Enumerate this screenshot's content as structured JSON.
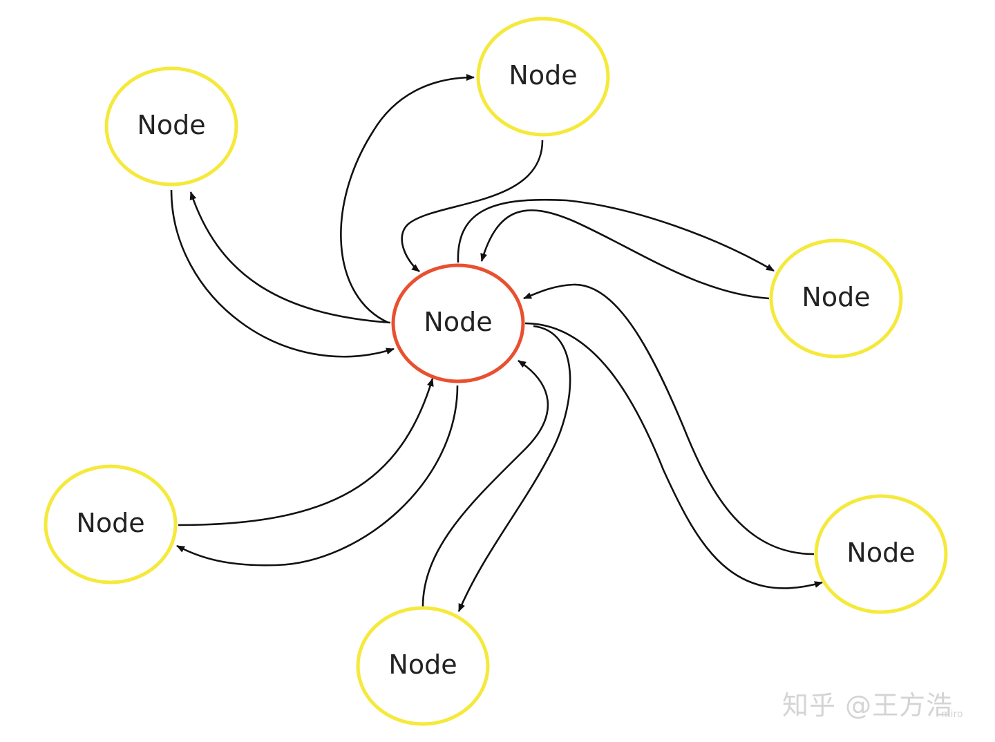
{
  "colors": {
    "center_stroke": "#e8502f",
    "outer_stroke": "#f5e93b",
    "edge": "#111111",
    "watermark": "#d4d4d4"
  },
  "nodes": [
    {
      "id": "center",
      "label": "Node",
      "role": "center"
    },
    {
      "id": "top-left",
      "label": "Node",
      "role": "outer"
    },
    {
      "id": "top",
      "label": "Node",
      "role": "outer"
    },
    {
      "id": "right",
      "label": "Node",
      "role": "outer"
    },
    {
      "id": "bottom-right",
      "label": "Node",
      "role": "outer"
    },
    {
      "id": "bottom",
      "label": "Node",
      "role": "outer"
    },
    {
      "id": "left",
      "label": "Node",
      "role": "outer"
    }
  ],
  "edges": [
    {
      "from": "center",
      "to": "top-left"
    },
    {
      "from": "top-left",
      "to": "center"
    },
    {
      "from": "center",
      "to": "top"
    },
    {
      "from": "top",
      "to": "center"
    },
    {
      "from": "center",
      "to": "right"
    },
    {
      "from": "right",
      "to": "center"
    },
    {
      "from": "center",
      "to": "bottom-right"
    },
    {
      "from": "bottom-right",
      "to": "center"
    },
    {
      "from": "center",
      "to": "bottom"
    },
    {
      "from": "bottom",
      "to": "center"
    },
    {
      "from": "center",
      "to": "left"
    },
    {
      "from": "left",
      "to": "center"
    }
  ],
  "watermark": {
    "text": "知乎 @王方浩",
    "subtext": "miro"
  }
}
